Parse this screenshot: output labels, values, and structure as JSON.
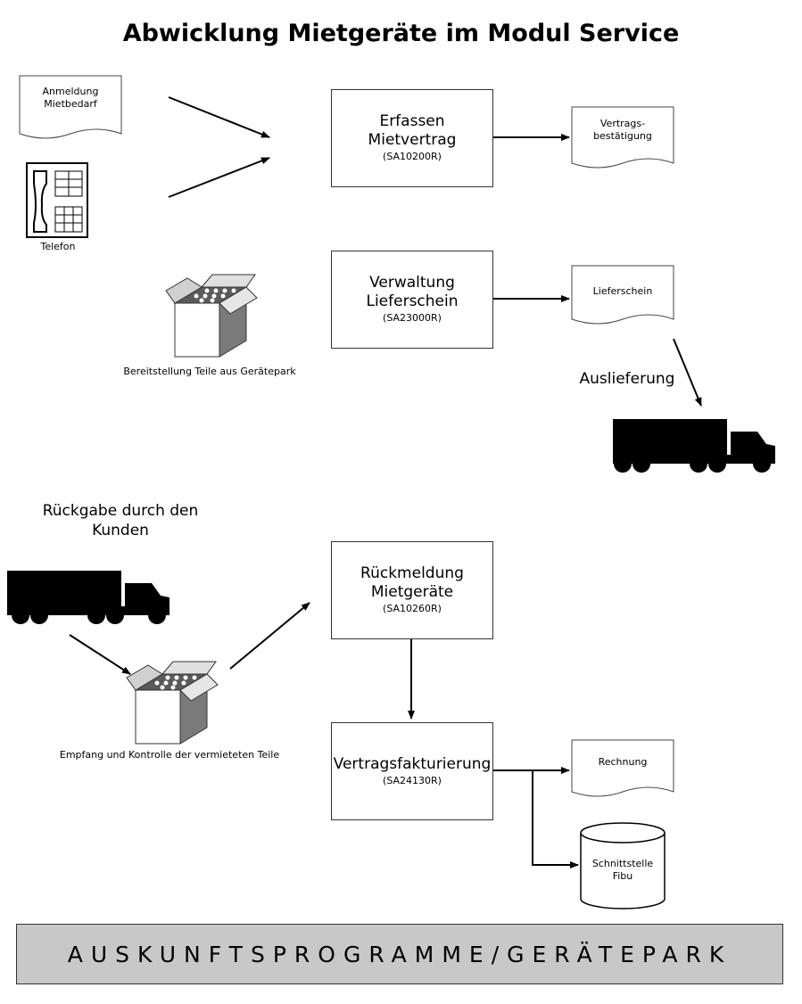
{
  "title": "Abwicklung Mietgeräte im  Modul Service",
  "process_boxes": [
    {
      "lines": [
        "Erfassen",
        "Mietvertrag"
      ],
      "code": "(SA10200R)"
    },
    {
      "lines": [
        "Verwaltung",
        "Lieferschein"
      ],
      "code": "(SA23000R)"
    },
    {
      "lines": [
        "Rückmeldung",
        "Mietgeräte"
      ],
      "code": "(SA10260R)"
    },
    {
      "lines": [
        "Vertragsfakturierung"
      ],
      "code": "(SA24130R)"
    }
  ],
  "documents": {
    "anmeldung": [
      "Anmeldung",
      "Mietbedarf"
    ],
    "vertragsbestaetigung": [
      "Vertrags-",
      "bestätigung"
    ],
    "lieferschein": [
      "Lieferschein"
    ],
    "rechnung": [
      "Rechnung"
    ]
  },
  "database": [
    "Schnittstelle",
    "Fibu"
  ],
  "labels": {
    "telefon": "Telefon",
    "bereitstellung": "Bereitstellung Teile aus Gerätepark",
    "auslieferung": "Auslieferung",
    "rueckgabe": [
      "Rückgabe durch den",
      "Kunden"
    ],
    "empfang": "Empfang und Kontrolle der vermieteten Teile"
  },
  "banner": "AUSKUNFTSPROGRAMME/GERÄTEPARK"
}
